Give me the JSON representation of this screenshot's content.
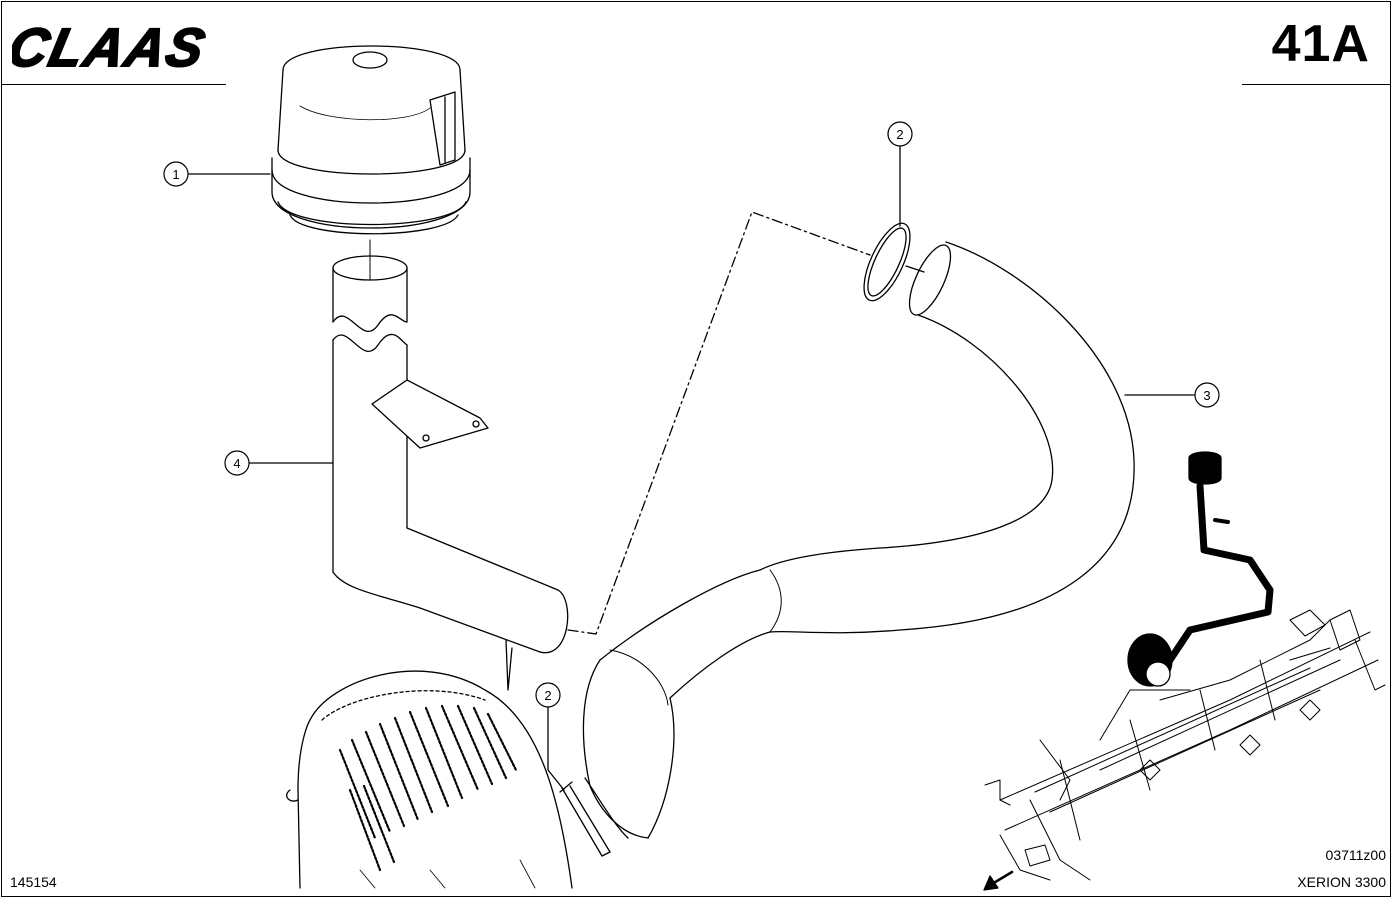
{
  "header": {
    "brand": "CLAAS",
    "sheet_number": "41A"
  },
  "callouts": [
    {
      "id": "callout-1",
      "label": "1"
    },
    {
      "id": "callout-2-top",
      "label": "2"
    },
    {
      "id": "callout-3",
      "label": "3"
    },
    {
      "id": "callout-4",
      "label": "4"
    },
    {
      "id": "callout-2-bottom",
      "label": "2"
    }
  ],
  "footer": {
    "drawing_id": "145154",
    "figure_code": "03711z00",
    "model": "XERION 3300"
  }
}
